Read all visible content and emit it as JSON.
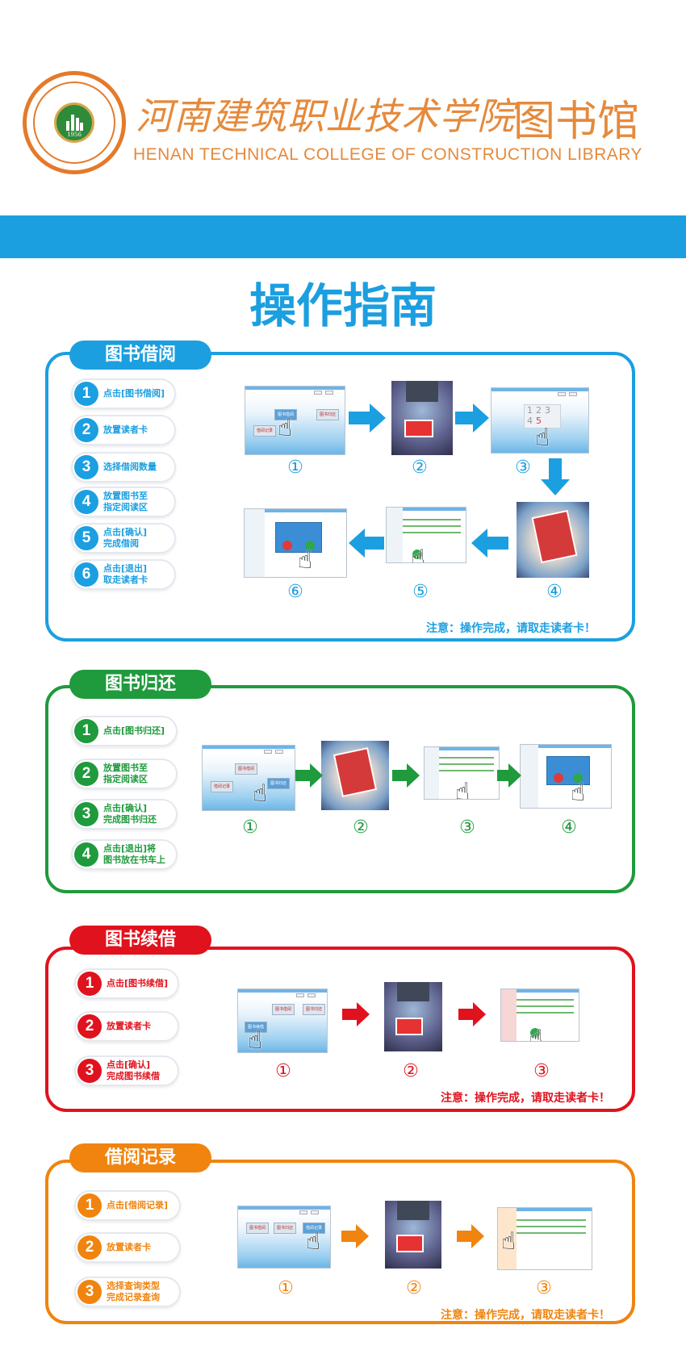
{
  "header": {
    "college_cn": "河南建筑职业技术学院",
    "library_cn": "图书馆",
    "college_en": "HENAN TECHNICAL COLLEGE OF CONSTRUCTION LIBRARY",
    "seal_ring_text": "HENAN TECHNICAL COLLEGE OF CONSTRUCTION",
    "seal_year": "1956"
  },
  "title": "操作指南",
  "colors": {
    "blue": "#1b9fe0",
    "green": "#1f9a3c",
    "red": "#e0121d",
    "orange": "#f0840f"
  },
  "borrow": {
    "tab": "图书借阅",
    "steps": [
      {
        "num": "1",
        "line1": "点击[图书借阅]",
        "line2": ""
      },
      {
        "num": "2",
        "line1": "放置读者卡",
        "line2": ""
      },
      {
        "num": "3",
        "line1": "选择借阅数量",
        "line2": ""
      },
      {
        "num": "4",
        "line1": "放置图书至",
        "line2": "指定阅读区"
      },
      {
        "num": "5",
        "line1": "点击[确认]",
        "line2": "完成借阅"
      },
      {
        "num": "6",
        "line1": "点击[退出]",
        "line2": "取走读者卡"
      }
    ],
    "labels": [
      "①",
      "②",
      "③",
      "④",
      "⑤",
      "⑥"
    ],
    "note": "注意：操作完成，请取走读者卡！"
  },
  "return": {
    "tab": "图书归还",
    "steps": [
      {
        "num": "1",
        "line1": "点击[图书归还]",
        "line2": ""
      },
      {
        "num": "2",
        "line1": "放置图书至",
        "line2": "指定阅读区"
      },
      {
        "num": "3",
        "line1": "点击[确认]",
        "line2": "完成图书归还"
      },
      {
        "num": "4",
        "line1": "点击[退出]将",
        "line2": "图书放在书车上"
      }
    ],
    "labels": [
      "①",
      "②",
      "③",
      "④"
    ]
  },
  "renew": {
    "tab": "图书续借",
    "steps": [
      {
        "num": "1",
        "line1": "点击[图书续借]",
        "line2": ""
      },
      {
        "num": "2",
        "line1": "放置读者卡",
        "line2": ""
      },
      {
        "num": "3",
        "line1": "点击[确认]",
        "line2": "完成图书续借"
      }
    ],
    "labels": [
      "①",
      "②",
      "③"
    ],
    "note": "注意：操作完成，请取走读者卡！"
  },
  "records": {
    "tab": "借阅记录",
    "steps": [
      {
        "num": "1",
        "line1": "点击[借阅记录]",
        "line2": ""
      },
      {
        "num": "2",
        "line1": "放置读者卡",
        "line2": ""
      },
      {
        "num": "3",
        "line1": "选择查询类型",
        "line2": "完成记录查询"
      }
    ],
    "labels": [
      "①",
      "②",
      "③"
    ],
    "note": "注意：操作完成，请取走读者卡！"
  },
  "screen_tiles": {
    "borrow": "图书借阅",
    "return": "图书归还",
    "renew": "图书续借",
    "records": "借阅记录"
  },
  "keypad": [
    "1",
    "2",
    "3",
    "4",
    "5"
  ]
}
